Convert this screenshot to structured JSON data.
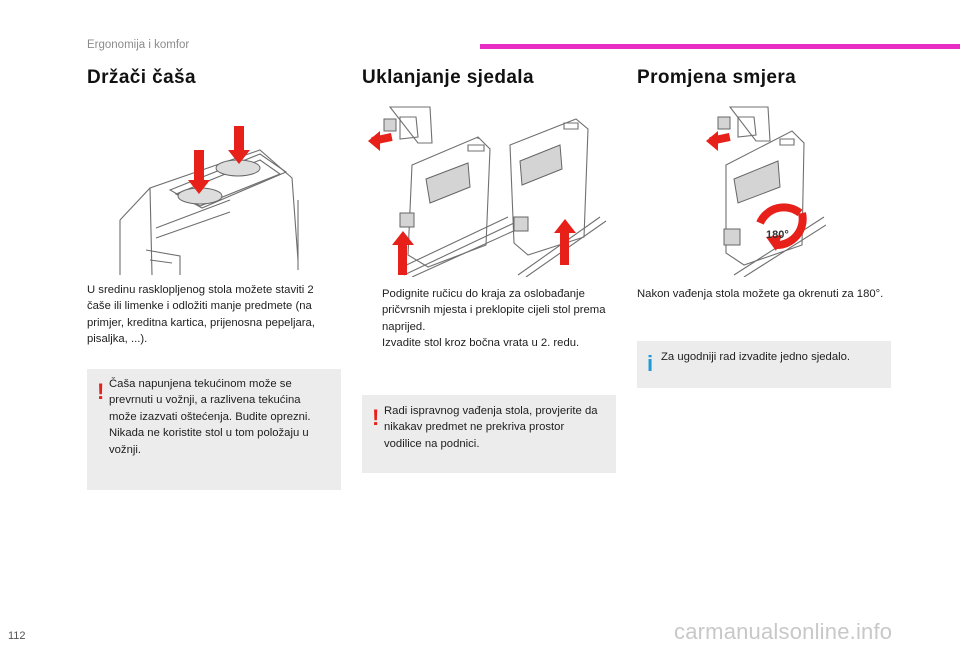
{
  "header": {
    "section": "Ergonomija i komfor"
  },
  "cup_holders": {
    "title": "Držači čaša",
    "body": "U sredinu rasklopljenog stola možete staviti 2 čaše ili limenke i odložiti manje predmete (na primjer, kreditna kartica, prijenosna pepeljara, pisaljka, ...).",
    "warning": "Čaša napunjena tekućinom može se prevrnuti u vožnji, a razlivena tekućina može izazvati oštećenja. Budite oprezni. Nikada ne koristite stol u tom položaju u vožnji."
  },
  "seat_removal": {
    "title": "Uklanjanje sjedala",
    "steps": [
      "Podignite ručicu do kraja za oslobađanje pričvrsnih mjesta i preklopite cijeli stol prema naprijed.",
      "Izvadite stol kroz bočna vrata u 2. redu."
    ],
    "bullet_glyph": "",
    "warning": "Radi ispravnog vađenja stola, provjerite da nikakav predmet ne prekriva prostor vodilice na podnici."
  },
  "direction_change": {
    "title": "Promjena smjera",
    "rotation_label": "180°",
    "body": "Nakon vađenja stola možete ga okrenuti za 180°.",
    "tip": "Za ugodniji rad izvadite jedno sjedalo."
  },
  "icons": {
    "warning": "!",
    "info": "i"
  },
  "colors": {
    "accent_bar": "#e82cc4",
    "warning": "#e8201a",
    "info": "#1e9bd7",
    "arrow": "#e8201a",
    "note_bg": "#ececec"
  },
  "page_number": "112",
  "watermark": "carmanualsonline.info"
}
